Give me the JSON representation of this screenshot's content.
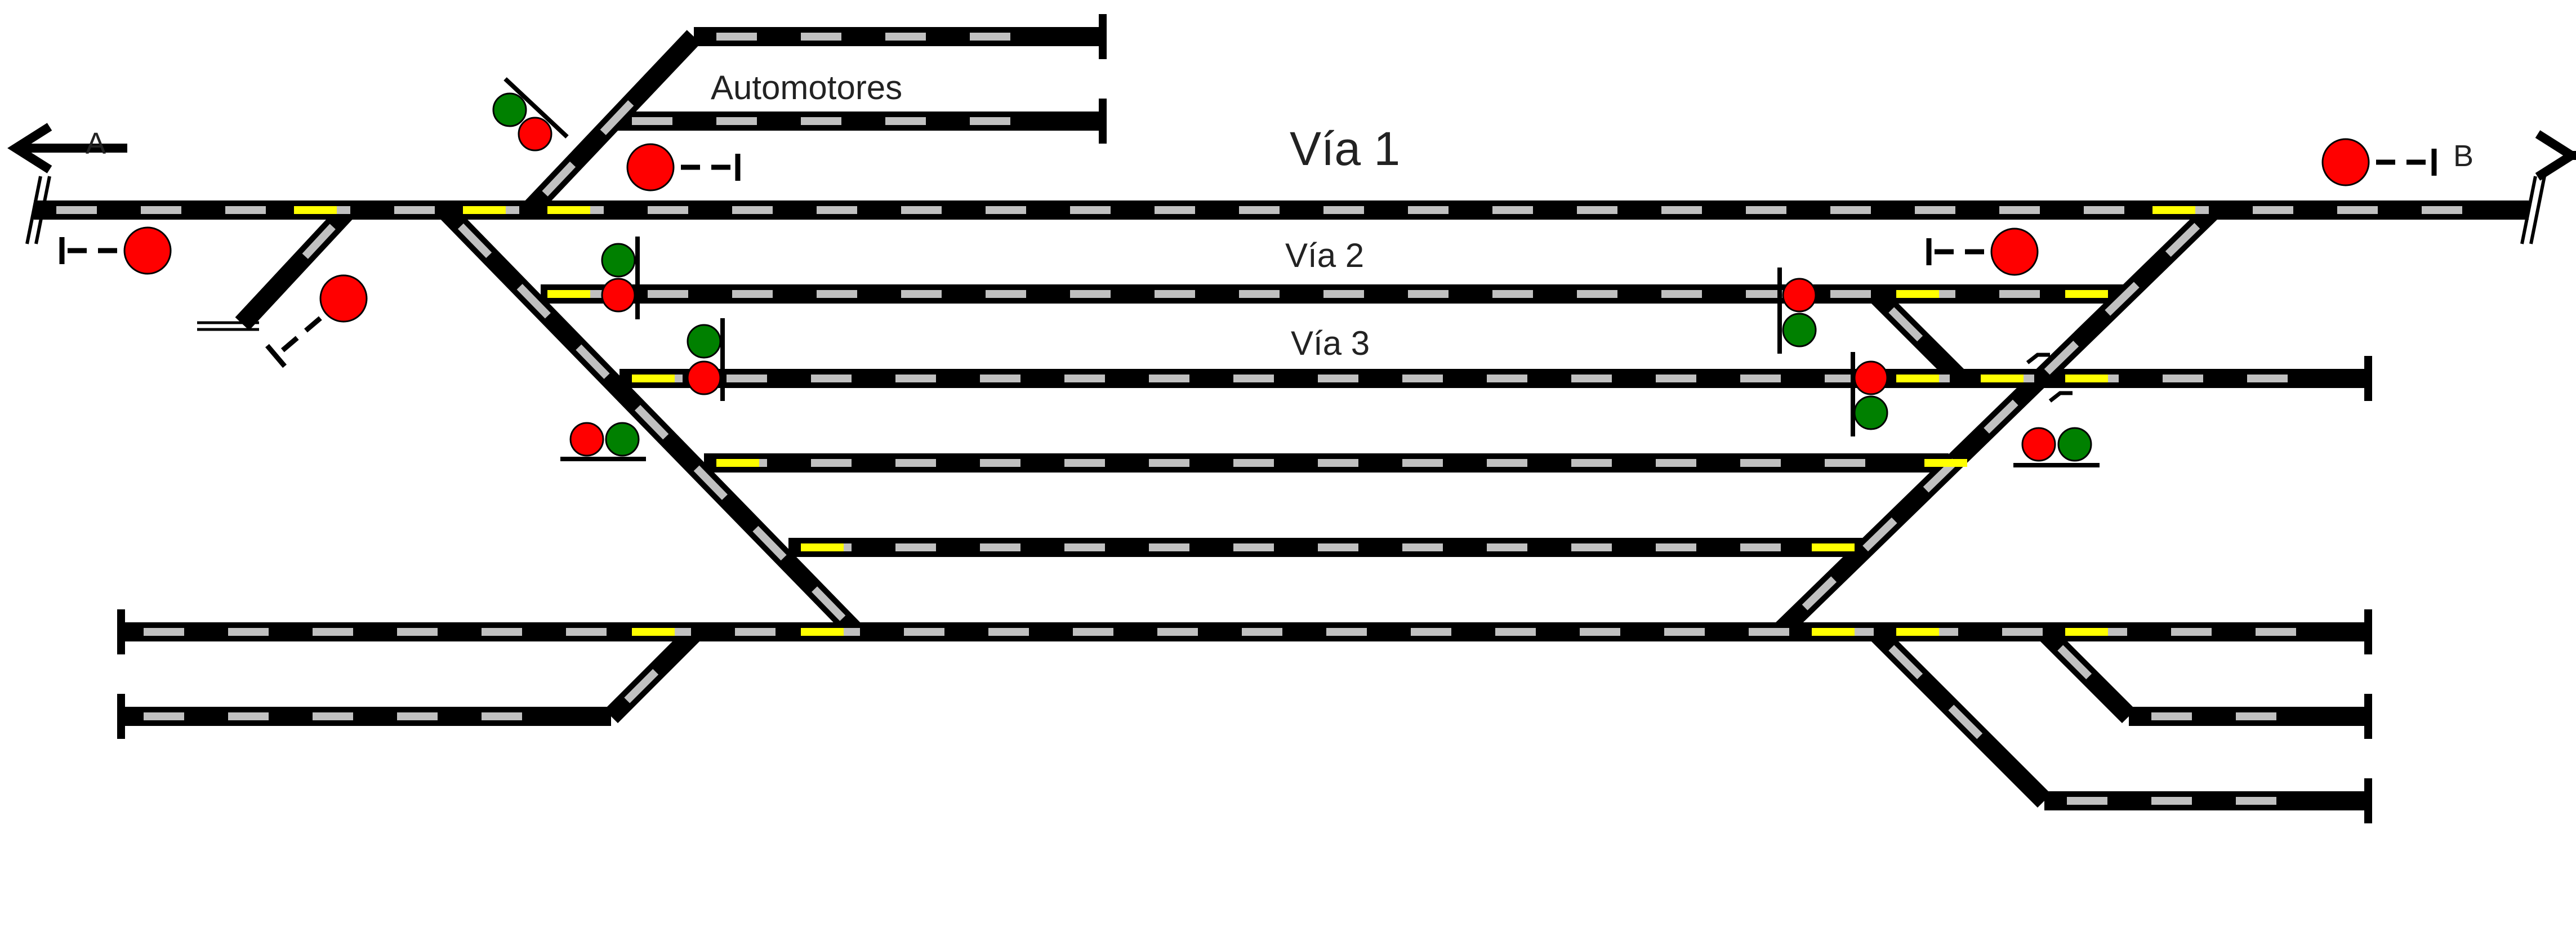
{
  "diagram": {
    "labels": {
      "end_a": "A",
      "end_b": "B",
      "track_1": "Vía 1",
      "track_2": "Vía 2",
      "track_3": "Vía 3",
      "railcar_siding": "Automotores"
    },
    "colors": {
      "rail": "#000000",
      "sleeper": "#c0c0c0",
      "marker": "#ffff00",
      "signal_red": "#ff0000",
      "signal_green": "#008000",
      "label_text": "#222222",
      "background": "#ffffff"
    },
    "icons": [
      "arrow-left-icon",
      "arrow-right-icon",
      "signal-icon",
      "buffer-stop-icon"
    ]
  }
}
